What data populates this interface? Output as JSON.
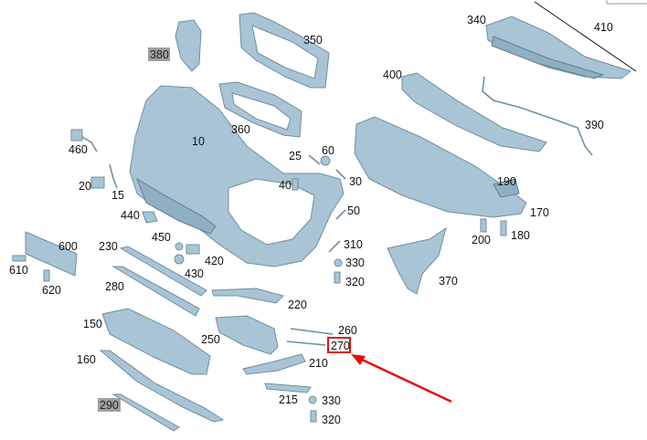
{
  "labels": {
    "l10": "10",
    "l15": "15",
    "l20": "20",
    "l25": "25",
    "l30": "30",
    "l40": "40",
    "l50": "50",
    "l60": "60",
    "l150": "150",
    "l160": "160",
    "l170": "170",
    "l180": "180",
    "l190": "190",
    "l200": "200",
    "l210": "210",
    "l215": "215",
    "l220": "220",
    "l230": "230",
    "l250": "250",
    "l260": "260",
    "l270": "270",
    "l280": "280",
    "l290": "290",
    "l310": "310",
    "l320a": "320",
    "l320b": "320",
    "l330a": "330",
    "l330b": "330",
    "l340": "340",
    "l350": "350",
    "l360": "360",
    "l370": "370",
    "l380": "380",
    "l390": "390",
    "l400": "400",
    "l410": "410",
    "l420": "420",
    "l430": "430",
    "l440": "440",
    "l450": "450",
    "l460": "460",
    "l600": "600",
    "l610": "610",
    "l620": "620"
  },
  "highlight": {
    "label": "270",
    "box_color": "#e01010",
    "arrow_color": "#e01010"
  },
  "colors": {
    "part_fill": "#a9c4d4",
    "part_stroke": "#6f8fa3",
    "gray_label_bg": "#a0a0a0"
  }
}
